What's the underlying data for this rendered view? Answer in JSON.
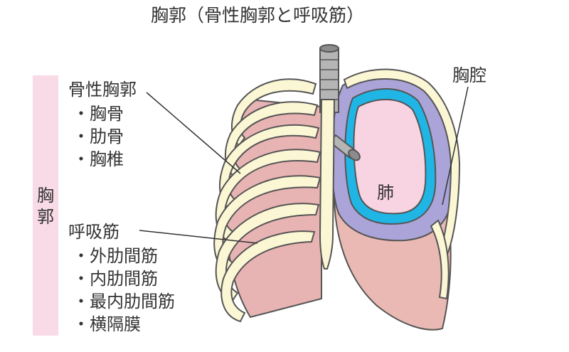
{
  "title": "胸郭（骨性胸郭と呼吸筋）",
  "side_label": [
    "胸",
    "郭"
  ],
  "bony_thorax": {
    "title": "骨性胸郭",
    "items": [
      "胸骨",
      "肋骨",
      "胸椎"
    ]
  },
  "respiratory_muscles": {
    "title": "呼吸筋",
    "items": [
      "外肋間筋",
      "内肋間筋",
      "最内肋間筋",
      "横隔膜"
    ]
  },
  "labels": {
    "chest_cavity": "胸腔",
    "lung": "肺"
  },
  "bullet": "・",
  "colors": {
    "bone": "#fbf6d4",
    "bone_outline": "#555555",
    "muscle": "#e8b3b3",
    "lung_fill": "#f8d3e2",
    "pleura": "#1fb6e6",
    "chest_cavity": "#aaa4d8",
    "trachea": "#b5b5b5",
    "side_bar": "#f8dbe7"
  }
}
